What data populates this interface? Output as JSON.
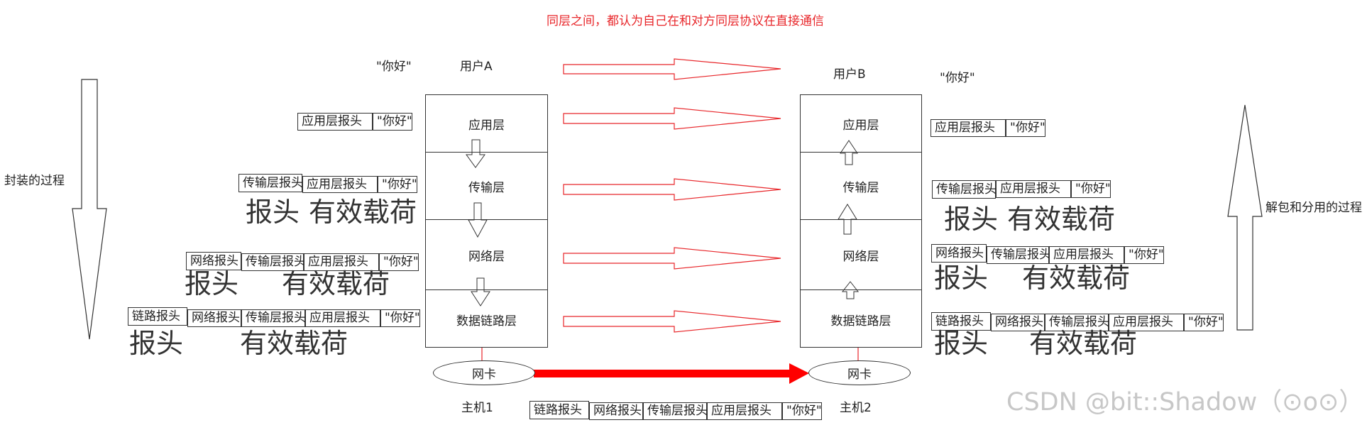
{
  "title": "同层之间，都认为自己在和对方同层协议在直接通信",
  "left_side_label": "封装的过程",
  "right_side_label": "解包和分用的过程",
  "host_a": {
    "user": "用户A",
    "greeting": "\"你好\"",
    "layers": [
      "应用层",
      "传输层",
      "网络层",
      "数据链路层"
    ],
    "nic": "网卡",
    "host_label": "主机1"
  },
  "host_b": {
    "user": "用户B",
    "greeting": "\"你好\"",
    "layers": [
      "应用层",
      "传输层",
      "网络层",
      "数据链路层"
    ],
    "nic": "网卡",
    "host_label": "主机2"
  },
  "headers": {
    "app": "应用层报头",
    "transport": "传输层报头",
    "network": "网络报头",
    "link": "链路报头",
    "payload": "\"你好\""
  },
  "captions": {
    "header": "报头",
    "payload": "有效载荷"
  },
  "watermark": "CSDN @bit::Shadow（⊙o⊙）",
  "colors": {
    "arrow": "#e8262a",
    "title": "#e8262a"
  }
}
